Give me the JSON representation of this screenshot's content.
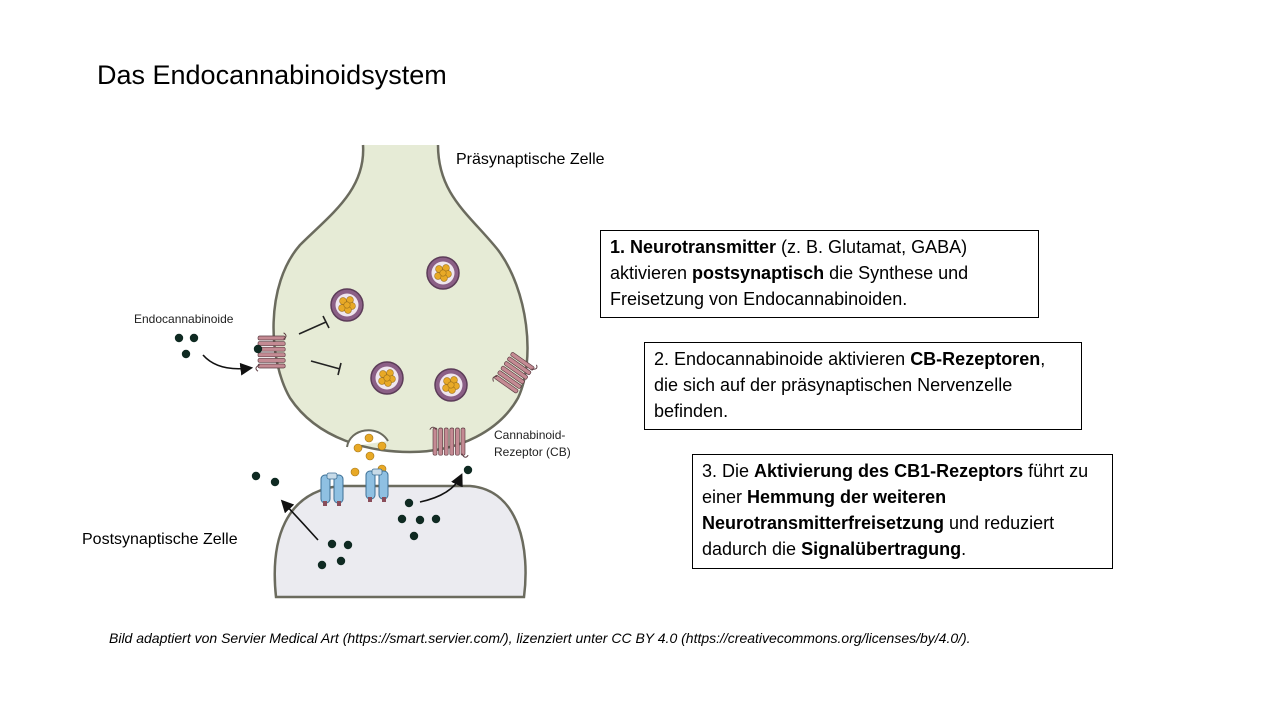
{
  "slide": {
    "title": "Das Endocannabinoidsystem",
    "caption": "Bild adaptiert von Servier Medical Art (https://smart.servier.com/), lizenziert unter CC BY 4.0 (https://creativecommons.org/licenses/by/4.0/)."
  },
  "diagram": {
    "labels": {
      "presynaptic": "Präsynaptische Zelle",
      "postsynaptic": "Postsynaptische Zelle",
      "endocannabinoids": "Endocannabinoide",
      "receptor_line1": "Cannabinoid-",
      "receptor_line2": "Rezeptor (CB)"
    },
    "colors": {
      "presynaptic_fill": "#e6ebd6",
      "postsynaptic_fill": "#ebebf0",
      "membrane": "#6b6b5e",
      "receptor": "#c48a93",
      "ion_channel": "#8fc0e2",
      "neurotransmitter": "#e8a926",
      "endocannabinoid": "#0f2a22",
      "vesicle": "#8b5f86"
    }
  },
  "boxes": [
    {
      "b1": "1. Neurotransmitter",
      "t1": " (z. B. Glutamat, GABA) aktivieren ",
      "b2": "postsynaptisch",
      "t2": " die Synthese und Freisetzung von Endocannabinoiden."
    },
    {
      "t1": "2. Endocannabinoide aktivieren ",
      "b1": "CB-Rezeptoren",
      "t2": ", die sich auf der präsynaptischen Nervenzelle befinden."
    },
    {
      "t1": "3. Die ",
      "b1": "Aktivierung des CB1-Rezeptors",
      "t2": " führt zu einer ",
      "b2": "Hemmung der weiteren Neurotransmitterfreisetzung",
      "t3": " und reduziert dadurch die ",
      "b3": "Signalübertragung",
      "t4": "."
    }
  ]
}
